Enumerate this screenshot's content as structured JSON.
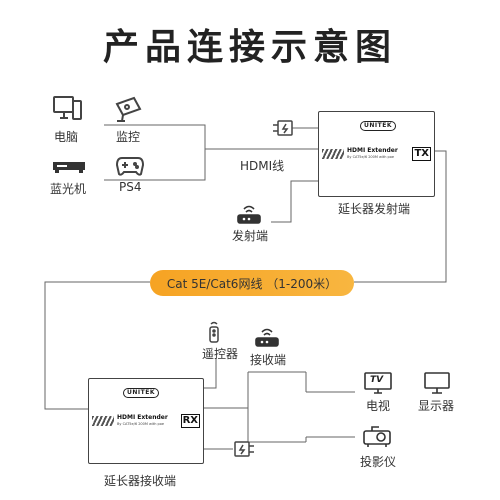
{
  "title": "产品连接示意图",
  "sources": {
    "computer": "电脑",
    "monitoring": "监控",
    "bluray": "蓝光机",
    "ps4": "PS4"
  },
  "hdmi_line": "HDMI线",
  "transmitter": {
    "brand": "UNITEK",
    "model_main": "HDMI Extender",
    "model_sub": "By CAT5e/6 200M with poe",
    "code": "TX",
    "label": "延长器发射端"
  },
  "tx_antenna_label": "发射端",
  "cable_pill": "Cat 5E/Cat6网线 （1-200米）",
  "remote_label": "遥控器",
  "rx_antenna_label": "接收端",
  "receiver": {
    "brand": "UNITEK",
    "model_main": "HDMI Extender",
    "model_sub": "By CAT5e/6 200M with poe",
    "code": "RX",
    "label": "延长器接收端"
  },
  "outputs": {
    "tv": "电视",
    "display": "显示器",
    "projector": "投影仪",
    "tv_icon_text": "TV"
  },
  "colors": {
    "line": "#555555",
    "accent": "#f6a323"
  }
}
